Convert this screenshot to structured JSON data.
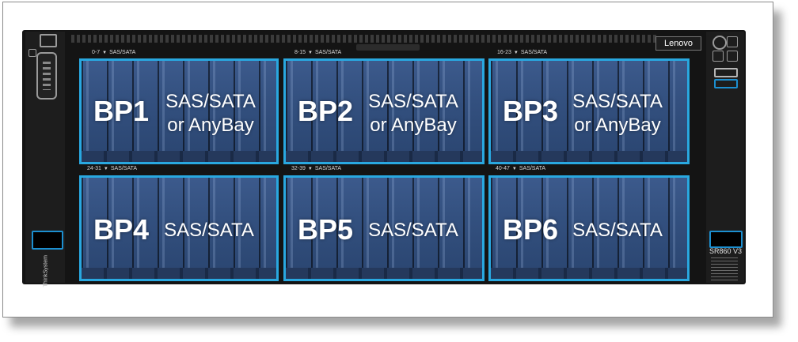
{
  "chassis": {
    "brand_logo": "Lenovo",
    "model": "SR860 V3",
    "side_brand": "ThinkSystem",
    "colors": {
      "chassis": "#141414",
      "bay_outline": "#29a8e0",
      "drive": "#33507f"
    }
  },
  "icons": {
    "power": "power-button-icon",
    "usb": "usb-port-icon",
    "vga": "vga-port-icon"
  },
  "backplanes": [
    {
      "name": "BP1",
      "type_line1": "SAS/SATA",
      "type_line2": "or AnyBay",
      "bay_range": "0-7",
      "bay_type": "SAS/SATA"
    },
    {
      "name": "BP2",
      "type_line1": "SAS/SATA",
      "type_line2": "or AnyBay",
      "bay_range": "8-15",
      "bay_type": "SAS/SATA"
    },
    {
      "name": "BP3",
      "type_line1": "SAS/SATA",
      "type_line2": "or AnyBay",
      "bay_range": "16-23",
      "bay_type": "SAS/SATA"
    },
    {
      "name": "BP4",
      "type_line1": "SAS/SATA",
      "type_line2": "",
      "bay_range": "24-31",
      "bay_type": "SAS/SATA"
    },
    {
      "name": "BP5",
      "type_line1": "SAS/SATA",
      "type_line2": "",
      "bay_range": "32-39",
      "bay_type": "SAS/SATA"
    },
    {
      "name": "BP6",
      "type_line1": "SAS/SATA",
      "type_line2": "",
      "bay_range": "40-47",
      "bay_type": "SAS/SATA"
    }
  ]
}
